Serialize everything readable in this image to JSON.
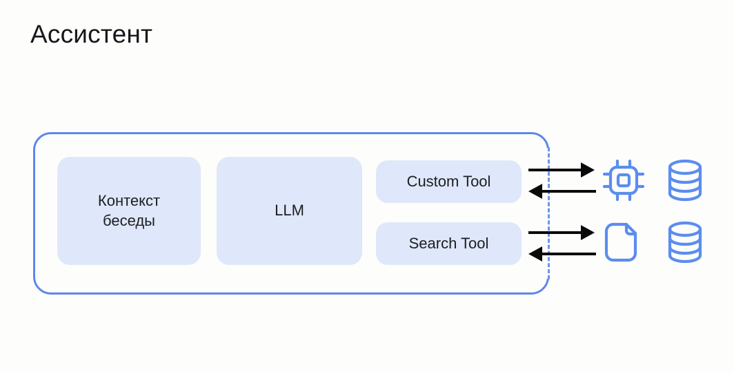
{
  "page": {
    "title": "Ассистент",
    "background_color": "#fdfdfc"
  },
  "colors": {
    "container_border": "#5e86ea",
    "container_dashed_edge": "#6d92ee",
    "block_fill": "#dfe7fa",
    "block_text": "#1c1e22",
    "icon_blue": "#5b8def",
    "arrow_black": "#0a0a0a"
  },
  "diagram": {
    "type": "architecture-diagram",
    "container": {
      "name": "assistant-boundary",
      "label": "Ассистент",
      "border_style": "solid-rounded",
      "right_edge_style": "dashed"
    },
    "blocks": [
      {
        "id": "context",
        "label": "Контекст\nбеседы",
        "line1": "Контекст",
        "line2": "беседы"
      },
      {
        "id": "llm",
        "label": "LLM"
      },
      {
        "id": "custom-tool",
        "label": "Custom Tool"
      },
      {
        "id": "search-tool",
        "label": "Search Tool"
      }
    ],
    "connections": [
      {
        "from": "custom-tool",
        "to": "chip-icon",
        "direction": "right",
        "style": "solid-arrow"
      },
      {
        "from": "chip-icon",
        "to": "custom-tool",
        "direction": "left",
        "style": "solid-arrow"
      },
      {
        "from": "search-tool",
        "to": "document-icon",
        "direction": "right",
        "style": "solid-arrow"
      },
      {
        "from": "document-icon",
        "to": "search-tool",
        "direction": "left",
        "style": "solid-arrow"
      }
    ],
    "external_icons": [
      {
        "id": "chip-icon",
        "icon": "cpu-chip-icon",
        "row": 1
      },
      {
        "id": "database-icon-1",
        "icon": "database-icon",
        "row": 1
      },
      {
        "id": "document-icon",
        "icon": "document-icon",
        "row": 2
      },
      {
        "id": "database-icon-2",
        "icon": "database-icon",
        "row": 2
      }
    ]
  }
}
